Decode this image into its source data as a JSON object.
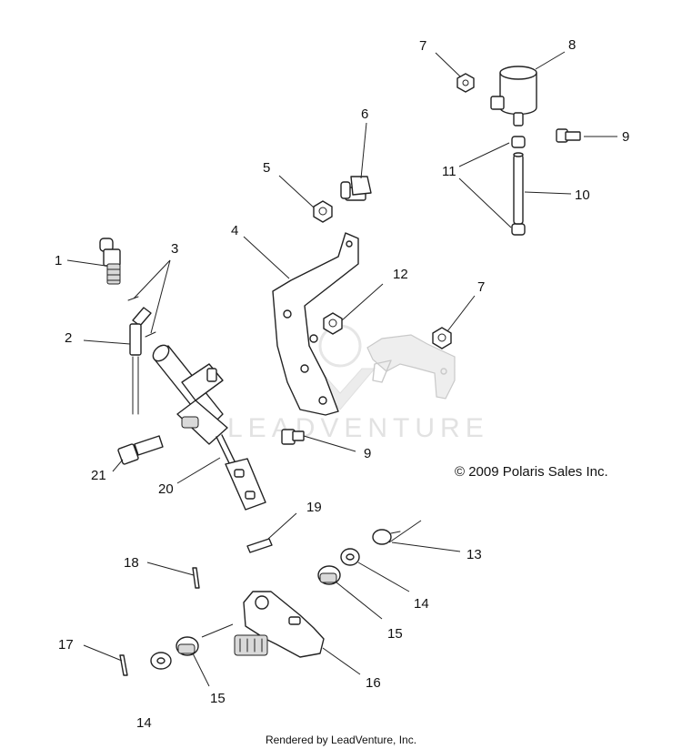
{
  "watermark": "LEADVENTURE",
  "copyright": "© 2009 Polaris Sales Inc.",
  "footer": "Rendered by LeadVenture, Inc.",
  "callouts": {
    "c1": "1",
    "c2": "2",
    "c3": "3",
    "c4": "4",
    "c5": "5",
    "c6": "6",
    "c7a": "7",
    "c7b": "7",
    "c8": "8",
    "c9a": "9",
    "c9b": "9",
    "c10": "10",
    "c11": "11",
    "c12": "12",
    "c13": "13",
    "c14a": "14",
    "c14b": "14",
    "c15a": "15",
    "c15b": "15",
    "c16": "16",
    "c17": "17",
    "c18": "18",
    "c19": "19",
    "c20": "20",
    "c21": "21"
  }
}
